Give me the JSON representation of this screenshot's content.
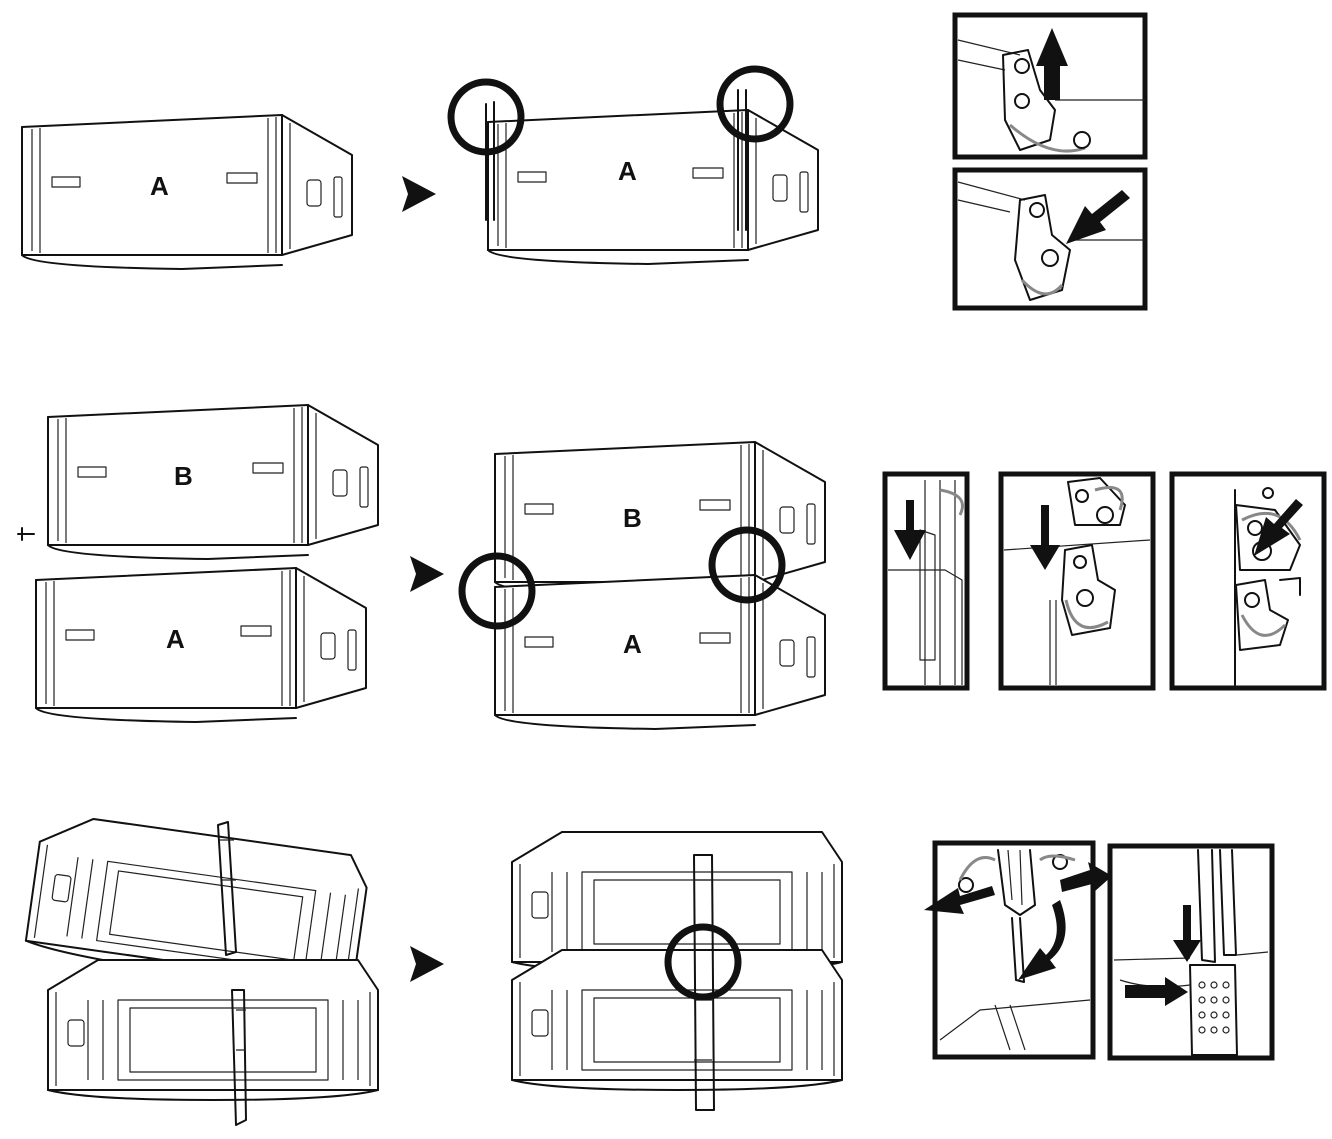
{
  "steps": [
    {
      "id": 1,
      "cabinet_labels": [
        "A",
        "A"
      ]
    },
    {
      "id": 2,
      "cabinet_labels": [
        "B",
        "A",
        "B",
        "A"
      ]
    },
    {
      "id": 3,
      "cabinet_labels": []
    }
  ],
  "icons": {
    "step_arrow": "right-arrow-icon",
    "highlight": "highlight-circle-icon",
    "detail_arrow": "black-arrow-icon"
  },
  "colors": {
    "line": "#111111",
    "background": "#ffffff",
    "accent_gray": "#888888"
  }
}
